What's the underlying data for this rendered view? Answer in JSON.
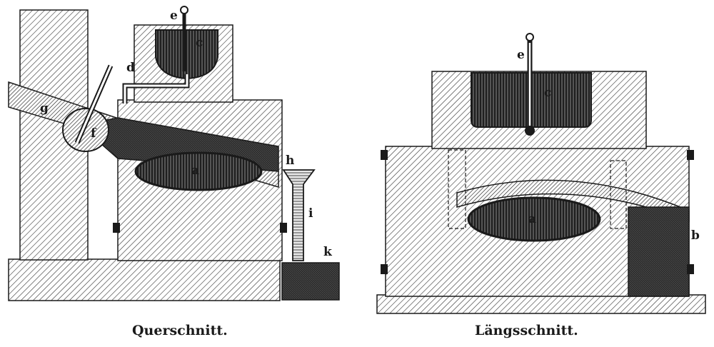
{
  "figures": [
    {
      "caption": "Querschnitt.",
      "labels": [
        "e",
        "c",
        "d",
        "g",
        "f",
        "a",
        "h",
        "i",
        "k"
      ]
    },
    {
      "caption": "Längsschnitt.",
      "labels": [
        "e",
        "c",
        "a",
        "b"
      ]
    }
  ],
  "colors": {
    "ink": "#1a1a1a",
    "paper": "#ffffff"
  }
}
